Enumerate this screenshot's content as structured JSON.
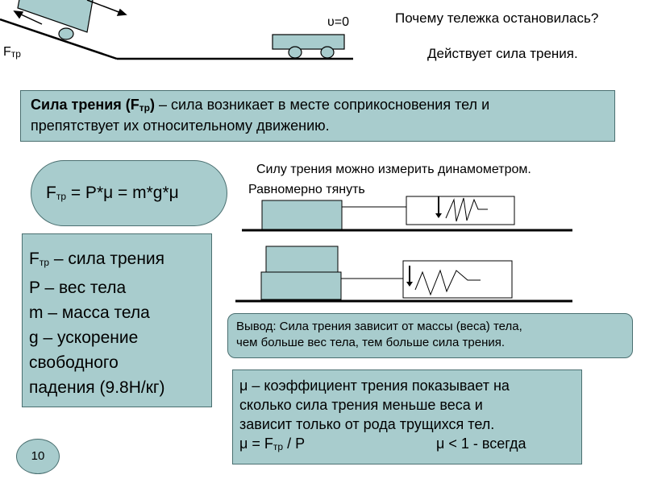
{
  "header": {
    "question": "Почему тележка остановилась?",
    "answer": "Действует сила трения.",
    "velocity_label": "υ=0",
    "friction_label": {
      "base": "F",
      "sub": "тр"
    }
  },
  "definition": {
    "term_base": "Сила трения (F",
    "term_sub": "тр",
    "term_close": ")",
    "rest_line1": " – сила возникает в месте соприкосновения тел и",
    "line2": "препятствует их относительному движению."
  },
  "formula": {
    "base": "F",
    "sub": "тр",
    "rest": " = P*μ = m*g*μ"
  },
  "legend": {
    "f_base": "F",
    "f_sub": "тр",
    "f_text": " – сила трения",
    "p_text": "P – вес тела",
    "m_text": "m – масса тела",
    "g_line1": "g – ускорение",
    "g_line2": "свободного",
    "g_line3": "падения (9.8Н/кг)"
  },
  "dynamometer": {
    "caption": "Силу трения можно измерить динамометром.",
    "instruction": "Равномерно тянуть"
  },
  "conclusion": {
    "line1": "Вывод: Сила трения зависит от массы (веса) тела,",
    "line2": "чем больше вес тела, тем больше сила трения."
  },
  "coefficient": {
    "line1": "μ – коэффициент трения показывает на",
    "line2": "сколько сила трения меньше веса и",
    "line3": "зависит только от рода трущихся тел.",
    "formula_a": "μ = F",
    "formula_sub": "тр",
    "formula_b": " / P",
    "inequality": "μ < 1 - всегда"
  },
  "slide_number": "10",
  "colors": {
    "box_fill": "#a8cccd",
    "box_border": "#4a6f70"
  }
}
